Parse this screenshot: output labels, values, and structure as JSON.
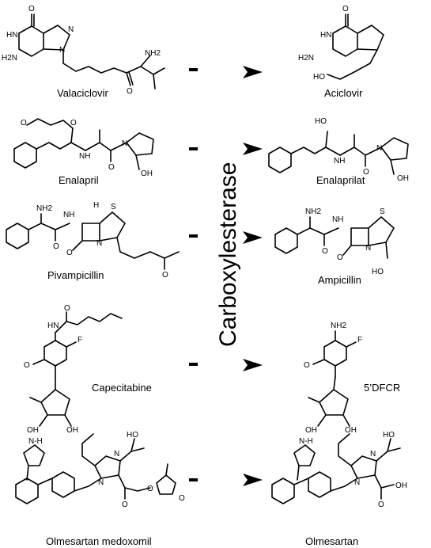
{
  "enzyme": "Carboxylesterase",
  "rows": [
    {
      "prodrug": "Valaciclovir",
      "product": "Aciclovir"
    },
    {
      "prodrug": "Enalapril",
      "product": "Enalaprilat"
    },
    {
      "prodrug": "Pivampicillin",
      "product": "Ampicillin"
    },
    {
      "prodrug": "Capecitabine",
      "product": "5’DFCR"
    },
    {
      "prodrug": "Olmesartan medoxomil",
      "product": "Olmesartan"
    }
  ],
  "labels": {
    "O": "O",
    "NH": "NH",
    "N": "N",
    "H2N": "H2N",
    "NH2": "NH2",
    "HO": "HO",
    "OH": "OH",
    "S": "S",
    "H": "H",
    "F": "F",
    "HN": "HN",
    "N_H": "N-H"
  }
}
